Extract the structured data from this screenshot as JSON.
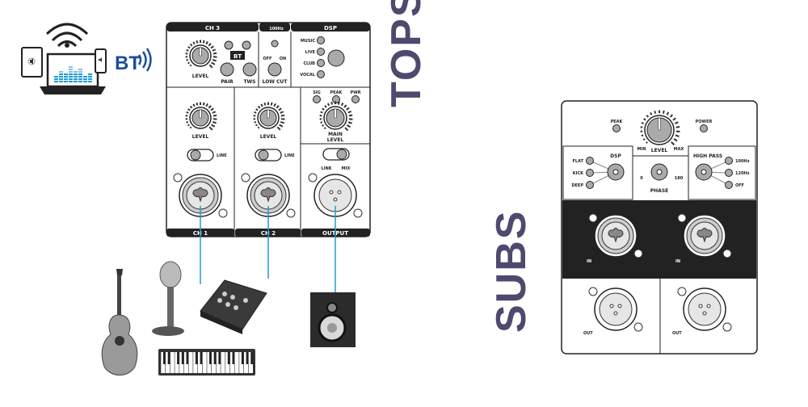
{
  "colors": {
    "accent_blue": "#1d9ad6",
    "bt_blue": "#1c4f9c",
    "title_purple": "#4d4a6e",
    "panel_dark": "#222222"
  },
  "sources": {
    "bt_logo": "BT"
  },
  "tops_panel": {
    "title": "TOPS",
    "ch3": {
      "header": "CH 3",
      "level": "LEVEL",
      "pair": "PAIR",
      "tws": "TWS",
      "bt_badge": "BT"
    },
    "lowcut": {
      "header": "100Hz",
      "off": "OFF",
      "on": "ON",
      "label": "LOW CUT"
    },
    "dsp": {
      "header": "DSP",
      "modes": [
        "MUSIC",
        "LIVE",
        "CLUB",
        "VOCAL"
      ]
    },
    "ch1": {
      "level": "LEVEL",
      "line": "LINE",
      "footer": "CH 1"
    },
    "ch2": {
      "level": "LEVEL",
      "line": "LINE",
      "footer": "CH 2"
    },
    "main": {
      "leds": [
        "SIG",
        "PEAK",
        "PWR"
      ],
      "level_1": "MAIN",
      "level_2": "LEVEL",
      "link": "LINK",
      "mix": "MIX",
      "footer": "OUTPUT"
    }
  },
  "subs_panel": {
    "title": "SUBS",
    "peak": "PEAK",
    "power": "POWER",
    "level": "LEVEL",
    "min": "MIN",
    "max": "MAX",
    "dsp": {
      "header": "DSP",
      "modes": [
        "FLAT",
        "KICK",
        "DEEP"
      ]
    },
    "phase": {
      "label": "PHASE",
      "left": "0",
      "right": "180"
    },
    "high_pass": {
      "header": "HIGH PASS",
      "options": [
        "100Hz",
        "120Hz",
        "OFF"
      ]
    },
    "in_left": "IN",
    "in_right": "IN",
    "out_left": "OUT",
    "out_right": "OUT"
  }
}
